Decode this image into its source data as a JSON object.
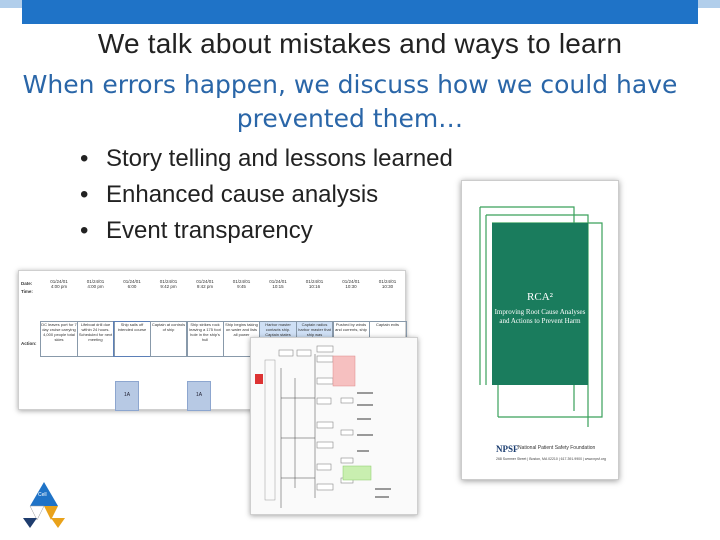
{
  "slide": {
    "title": "We talk about mistakes and ways to learn",
    "subtitle_line1": "When errors happen, we discuss how we could have",
    "subtitle_line2": "prevented them…",
    "bullets": [
      "Story telling and lessons learned",
      "Enhanced cause analysis",
      "Event transparency"
    ]
  },
  "timeline": {
    "row_labels": [
      "Date:",
      "Time:",
      "Action:"
    ],
    "columns": [
      {
        "date": "01/24/01",
        "time": "4:00 pm",
        "action": "DC leaves port for 7 day cruise carrying 4,000 people total skies"
      },
      {
        "date": "01/24/01",
        "time": "4:00 pm",
        "action": "Lifeboat drill due within 24 hours. Scheduled for next meeting"
      },
      {
        "date": "01/24/01",
        "time": "6:00",
        "action": "Ship sails off intended course"
      },
      {
        "date": "01/24/01",
        "time": "9:42 pm",
        "action": "Captain at controls of ship"
      },
      {
        "date": "01/24/01",
        "time": "9:42 pm",
        "action": "Ship strikes rock leaving a 175 foot hole in the ship's hull"
      },
      {
        "date": "01/24/01",
        "time": "9:45",
        "action": "Ship begins taking on water and lists all power"
      },
      {
        "date": "01/24/01",
        "time": "10:15",
        "action": "Harbor master contacts ship. Captain states"
      },
      {
        "date": "01/24/01",
        "time": "10:16",
        "action": "Captain radios harbor master that ship was"
      },
      {
        "date": "01/24/01",
        "time": "10:30",
        "action": "Pushed by winds and currents, ship"
      },
      {
        "date": "01/24/01",
        "time": "10:30",
        "action": "Captain exits"
      }
    ],
    "markers": [
      "1A",
      "1A"
    ]
  },
  "book": {
    "title": "RCA²",
    "subtitle": "Improving Root Cause Analyses and Actions to Prevent Harm",
    "org_logo": "NPSF",
    "org_name": "National Patient Safety Foundation",
    "address": "268 Summer Street | Boston, MA 02210 | 617.391.9900 | www.npsf.org"
  },
  "logo": {
    "label": "Cell"
  },
  "colors": {
    "accent": "#1f73c7",
    "subtitle": "#2a66a8",
    "book_green": "#1a7c5d",
    "book_lines": "#3aa15b"
  }
}
